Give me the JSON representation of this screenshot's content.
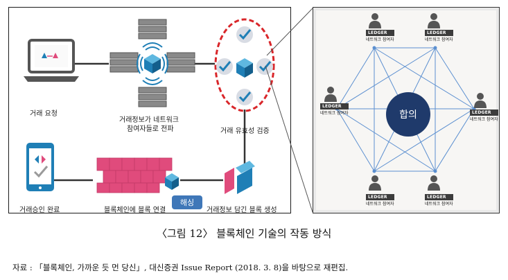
{
  "caption": "〈그림 12〉 블록체인 기술의 작동 방식",
  "source": "자료 : 「블록체인, 가까운 듯 먼 당신」, 대신증권 Issue Report (2018. 3. 8)을 바탕으로 재편집.",
  "steps": {
    "request": "거래 요청",
    "propagate_line1": "거래정보가 네트워크",
    "propagate_line2": "참여자들로 전파",
    "verify": "거래 유효성 검증",
    "create_block": "거래정보 담긴 블록 생성",
    "connect": "블록체인에 블록 연결",
    "complete": "거래승인 완료"
  },
  "hash_label": "해싱",
  "consensus_label": "합의",
  "ledger_label": "LEDGER",
  "participant_label": "네트워크 참여자",
  "colors": {
    "accent_blue": "#1f7fb6",
    "cube_pink": "#e04b7c",
    "dashed_red": "#d9262a",
    "consensus_navy": "#1f3a6b",
    "hash_blue": "#3f77b8",
    "network_line": "#5b8fd0"
  }
}
